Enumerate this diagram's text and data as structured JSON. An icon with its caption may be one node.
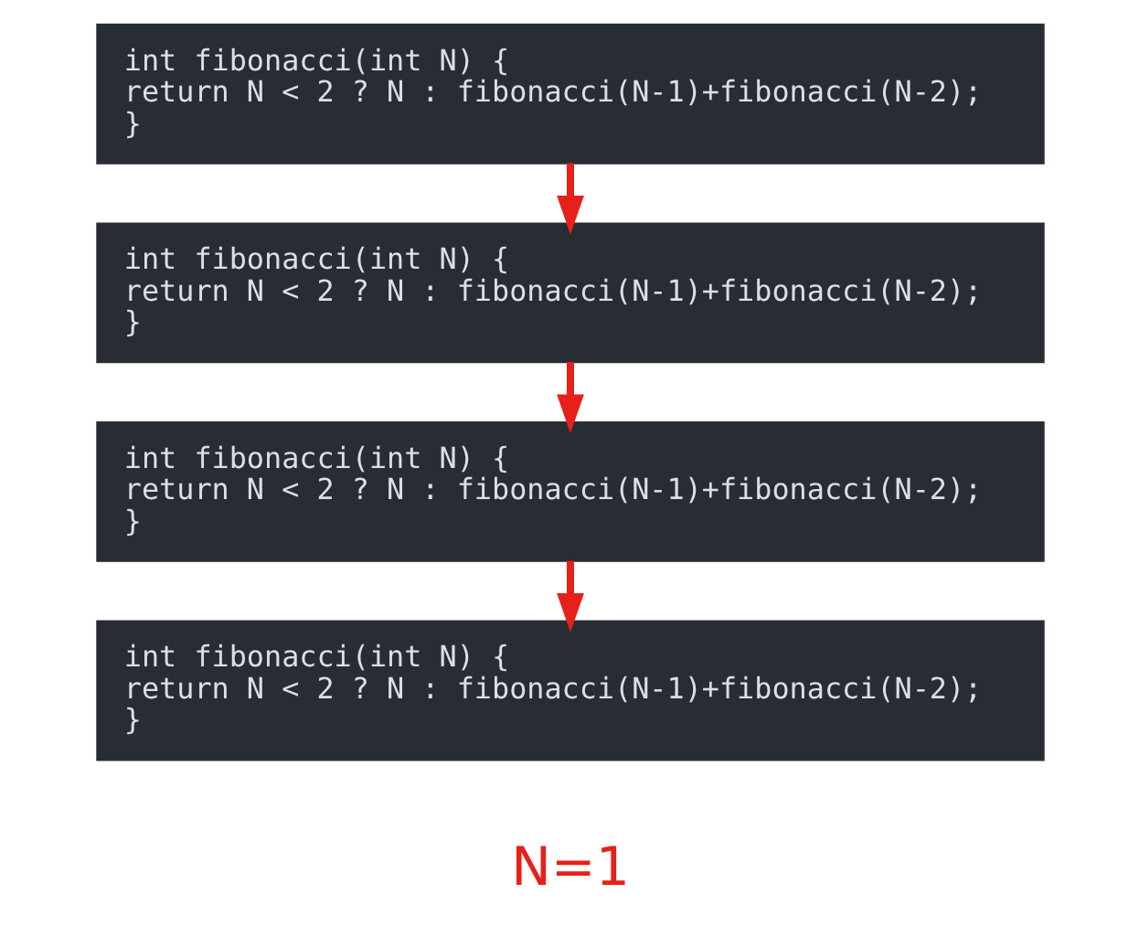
{
  "diagram": {
    "nodes": [
      {
        "text": [
          "int fibonacci(int N) {",
          "return N < 2 ? N : fibonacci(N-1)+fibonacci(N-2);",
          "}"
        ]
      },
      {
        "text": [
          "int fibonacci(int N) {",
          "return N < 2 ? N : fibonacci(N-1)+fibonacci(N-2);",
          "}"
        ]
      },
      {
        "text": [
          "int fibonacci(int N) {",
          "return N < 2 ? N : fibonacci(N-1)+fibonacci(N-2);",
          "}"
        ]
      },
      {
        "text": [
          "int fibonacci(int N) {",
          "return N < 2 ? N : fibonacci(N-1)+fibonacci(N-2);",
          "}"
        ]
      }
    ],
    "edges": [
      {
        "from": 0,
        "to": 1,
        "arrow": "to"
      },
      {
        "from": 1,
        "to": 2,
        "arrow": "to"
      },
      {
        "from": 2,
        "to": 3,
        "arrow": "to"
      }
    ],
    "labels": [
      "N=1"
    ]
  }
}
